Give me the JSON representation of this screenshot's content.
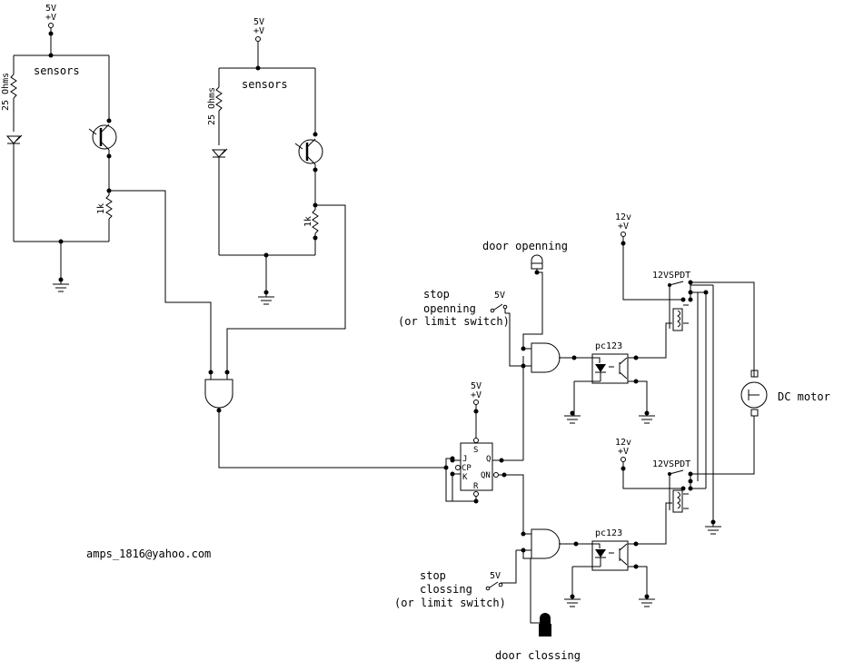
{
  "labels": {
    "supply_5v": "5V",
    "plus_v": "+V",
    "supply_12v": "12v",
    "sensors": "sensors",
    "r_25": "25 Ohms",
    "r_1k": "1k",
    "door_opening": "door openning",
    "door_closing": "door clossing",
    "stop_opening_1": "stop",
    "stop_opening_2": "openning",
    "stop_opening_3": "(or limit switch)",
    "stop_closing_1": "stop",
    "stop_closing_2": "clossing",
    "stop_closing_3": "(or limit switch)",
    "optocoupler": "pc123",
    "relay": "12VSPDT",
    "motor": "DC motor",
    "email": "amps_1816@yahoo.com",
    "ff_s": "S",
    "ff_r": "R",
    "ff_j": "J",
    "ff_k": "K",
    "ff_cp": "CP",
    "ff_q": "Q",
    "ff_qn": "QN"
  }
}
